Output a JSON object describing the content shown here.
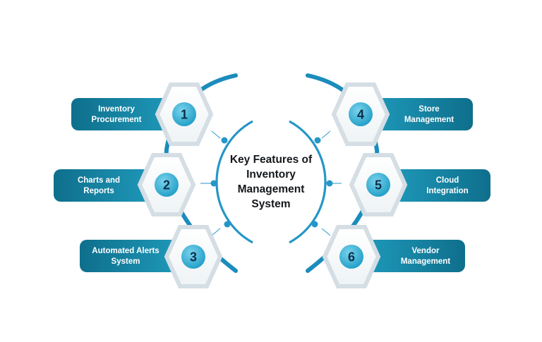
{
  "title_lines": [
    "Key Features of",
    "Inventory",
    "Management",
    "System"
  ],
  "features": [
    {
      "number": "1",
      "lines": [
        "Inventory",
        "Procurement"
      ]
    },
    {
      "number": "2",
      "lines": [
        "Charts and",
        "Reports"
      ]
    },
    {
      "number": "3",
      "lines": [
        "Automated Alerts",
        "System"
      ]
    },
    {
      "number": "4",
      "lines": [
        "Store",
        "Management"
      ]
    },
    {
      "number": "5",
      "lines": [
        "Cloud",
        "Integration"
      ]
    },
    {
      "number": "6",
      "lines": [
        "Vendor",
        "Management"
      ]
    }
  ],
  "colors": {
    "pill_dark": "#0e6f8c",
    "pill_light": "#2aa9cb",
    "ring": "#2596c7",
    "hex_border": "#d4dee4",
    "number_circle": "#35b4d6",
    "number_text": "#0b2f4a",
    "title_text": "#14181c"
  }
}
